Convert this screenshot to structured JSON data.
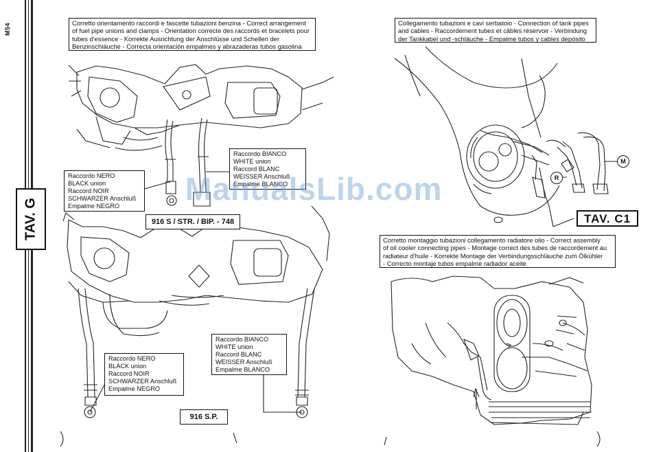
{
  "side_code": "M54",
  "tav_tab": "TAV. G",
  "tav_c1": "TAV. C1",
  "watermark": "ManualsLib.com",
  "top_left_caption": [
    "Corretto orientamento raccordi e fascette tubazioni benzina - Correct arrangement",
    "of fuel pipe unions and clamps - Orientation correcte des raccords et bracelets pour",
    "tubes d'essence - Korrekte Ausrichtung der Anschlüsse und Schellen der",
    "Benzinschläuche - Correcta orientación empalmes y abrazaderas tubos gasolina"
  ],
  "top_right_caption": [
    "Collegamento tubazioni e cavi serbatoio - Connection of tank pipes",
    "and cables - Raccordement tubes et câbles réservoir - Verbindung",
    "der Tankkabel und -schläuche - Empalme tubos y cables depósito"
  ],
  "mid_right_caption": [
    "Corretto montaggio tubazioni collegamento radiatore olio - Correct assembly",
    "of oil cooler connecting pipes - Montage correct des tubes de raccordement au",
    "radiateur d'huile - Korrekte Montage der Verbindungsschläuche zum Ölkühler",
    "- Correcto montaje tubos empalme radiador aceite"
  ],
  "black_union_label": [
    "Raccordo NERO",
    "BLACK union",
    "Raccord NOIR",
    "SCHWARZER Anschluß",
    "Empalme NEGRO"
  ],
  "white_union_label": [
    "Raccordo BIANCO",
    "WHITE union",
    "Raccord BLANC",
    "WEISSER Anschluß",
    "Empalme BLANCO"
  ],
  "model_top": "916 S / STR. / BIP. - 748",
  "model_bottom": "916 S.P.",
  "marker_m": "M",
  "marker_r": "R"
}
